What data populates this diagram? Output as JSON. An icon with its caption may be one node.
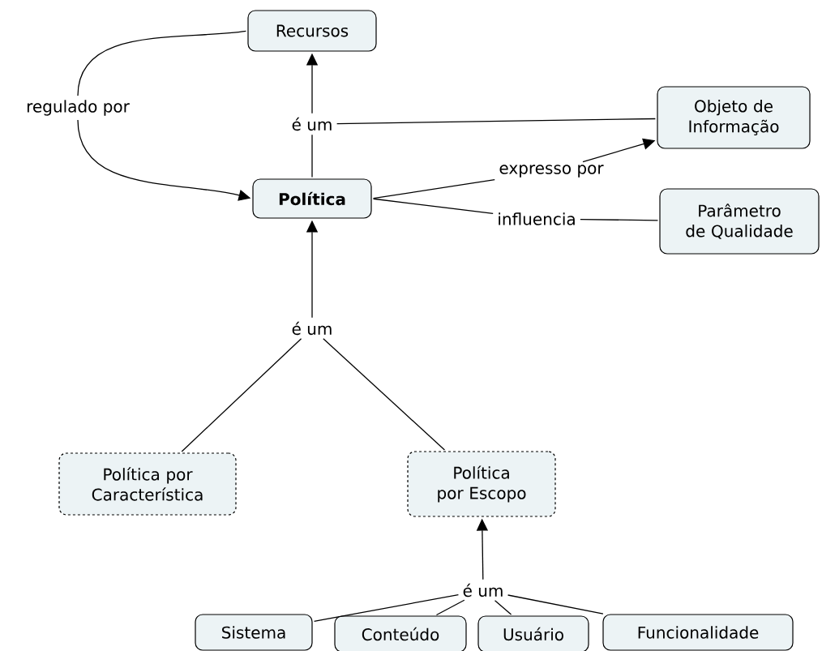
{
  "diagram": {
    "nodes": [
      {
        "text": [
          "Recursos"
        ]
      },
      {
        "text": [
          "Objeto de Informação"
        ]
      },
      {
        "text": [
          "Política"
        ]
      },
      {
        "text": [
          "Parâmetro de Qualidade"
        ]
      },
      {
        "text": [
          "Política por Característica"
        ]
      },
      {
        "text": [
          "Política por Escopo"
        ]
      },
      {
        "text": [
          "Sistema"
        ]
      },
      {
        "text": [
          "Conteúdo"
        ]
      },
      {
        "text": [
          "Usuário"
        ]
      },
      {
        "text": [
          "Funcionalidade"
        ]
      },
      {
        "text": [
          "é um"
        ]
      },
      {
        "text": [
          "regulado por"
        ]
      },
      {
        "text": [
          "expresso por"
        ]
      },
      {
        "text": [
          "influencia"
        ]
      },
      {
        "text": [
          "é um"
        ]
      },
      {
        "text": [
          "é um"
        ]
      }
    ],
    "edges": [
      {
        "from": 2,
        "to": 10,
        "arrow": "none"
      },
      {
        "from": 10,
        "to": 0,
        "arrow": "to"
      },
      {
        "from": 1,
        "to": 10,
        "arrow": "none"
      },
      {
        "from": 0,
        "to": 11,
        "arrow": "none"
      },
      {
        "from": 11,
        "to": 2,
        "arrow": "to"
      },
      {
        "from": 2,
        "to": 12,
        "arrow": "none"
      },
      {
        "from": 12,
        "to": 1,
        "arrow": "to"
      },
      {
        "from": 2,
        "to": 13,
        "arrow": "none"
      },
      {
        "from": 13,
        "to": 3,
        "arrow": "none"
      },
      {
        "from": 4,
        "to": 14,
        "arrow": "none"
      },
      {
        "from": 5,
        "to": 14,
        "arrow": "none"
      },
      {
        "from": 14,
        "to": 2,
        "arrow": "to"
      },
      {
        "from": 6,
        "to": 15,
        "arrow": "none"
      },
      {
        "from": 7,
        "to": 15,
        "arrow": "none"
      },
      {
        "from": 8,
        "to": 15,
        "arrow": "none"
      },
      {
        "from": 9,
        "to": 15,
        "arrow": "none"
      },
      {
        "from": 15,
        "to": 5,
        "arrow": "to"
      }
    ]
  }
}
